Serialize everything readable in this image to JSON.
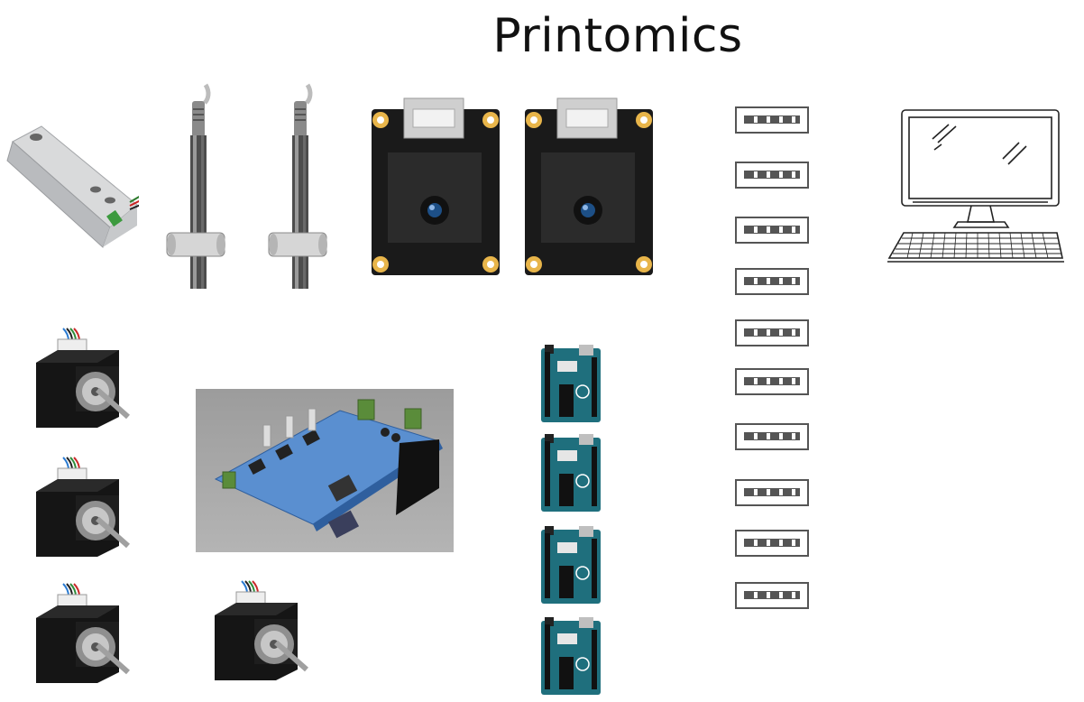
{
  "title": "Printomics",
  "components": {
    "load_cell": "load-cell",
    "thermocouple_probes": 2,
    "thermal_cameras": 2,
    "usb_ports": 10,
    "stepper_motors": 4,
    "control_board": "control-board",
    "arduino_boards": 4,
    "computer": "desktop-computer"
  },
  "colors": {
    "background": "#ffffff",
    "title": "#111111",
    "usb_outline": "#555555",
    "board_teal": "#1f6f7d",
    "cam_pcb": "#1a1a1a",
    "control_board_blue": "#5a8fd0"
  }
}
